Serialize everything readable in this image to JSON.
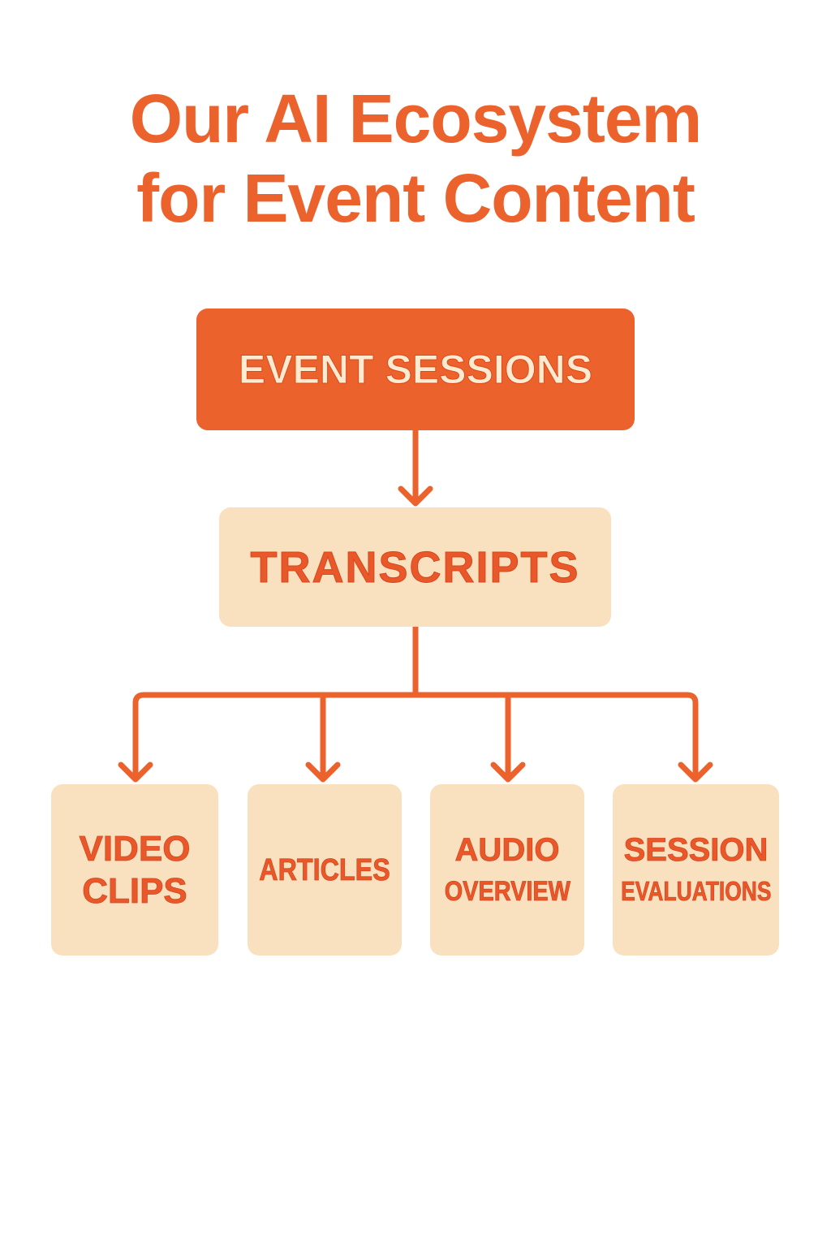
{
  "title": {
    "line1": "Our AI Ecosystem",
    "line2": "for Event Content"
  },
  "nodes": {
    "root": "EVENT SESSIONS",
    "middle": "TRANSCRIPTS",
    "leaves": [
      {
        "line1": "VIDEO",
        "line2": "CLIPS"
      },
      {
        "line1": "ARTICLES"
      },
      {
        "line1": "AUDIO",
        "line2": "OVERVIEW"
      },
      {
        "line1": "SESSION",
        "line2": "EVALUATIONS"
      }
    ]
  },
  "colors": {
    "accent": "#EC622D",
    "box_fill": "#F9E1C0",
    "text_light": "#FCEBD0"
  }
}
